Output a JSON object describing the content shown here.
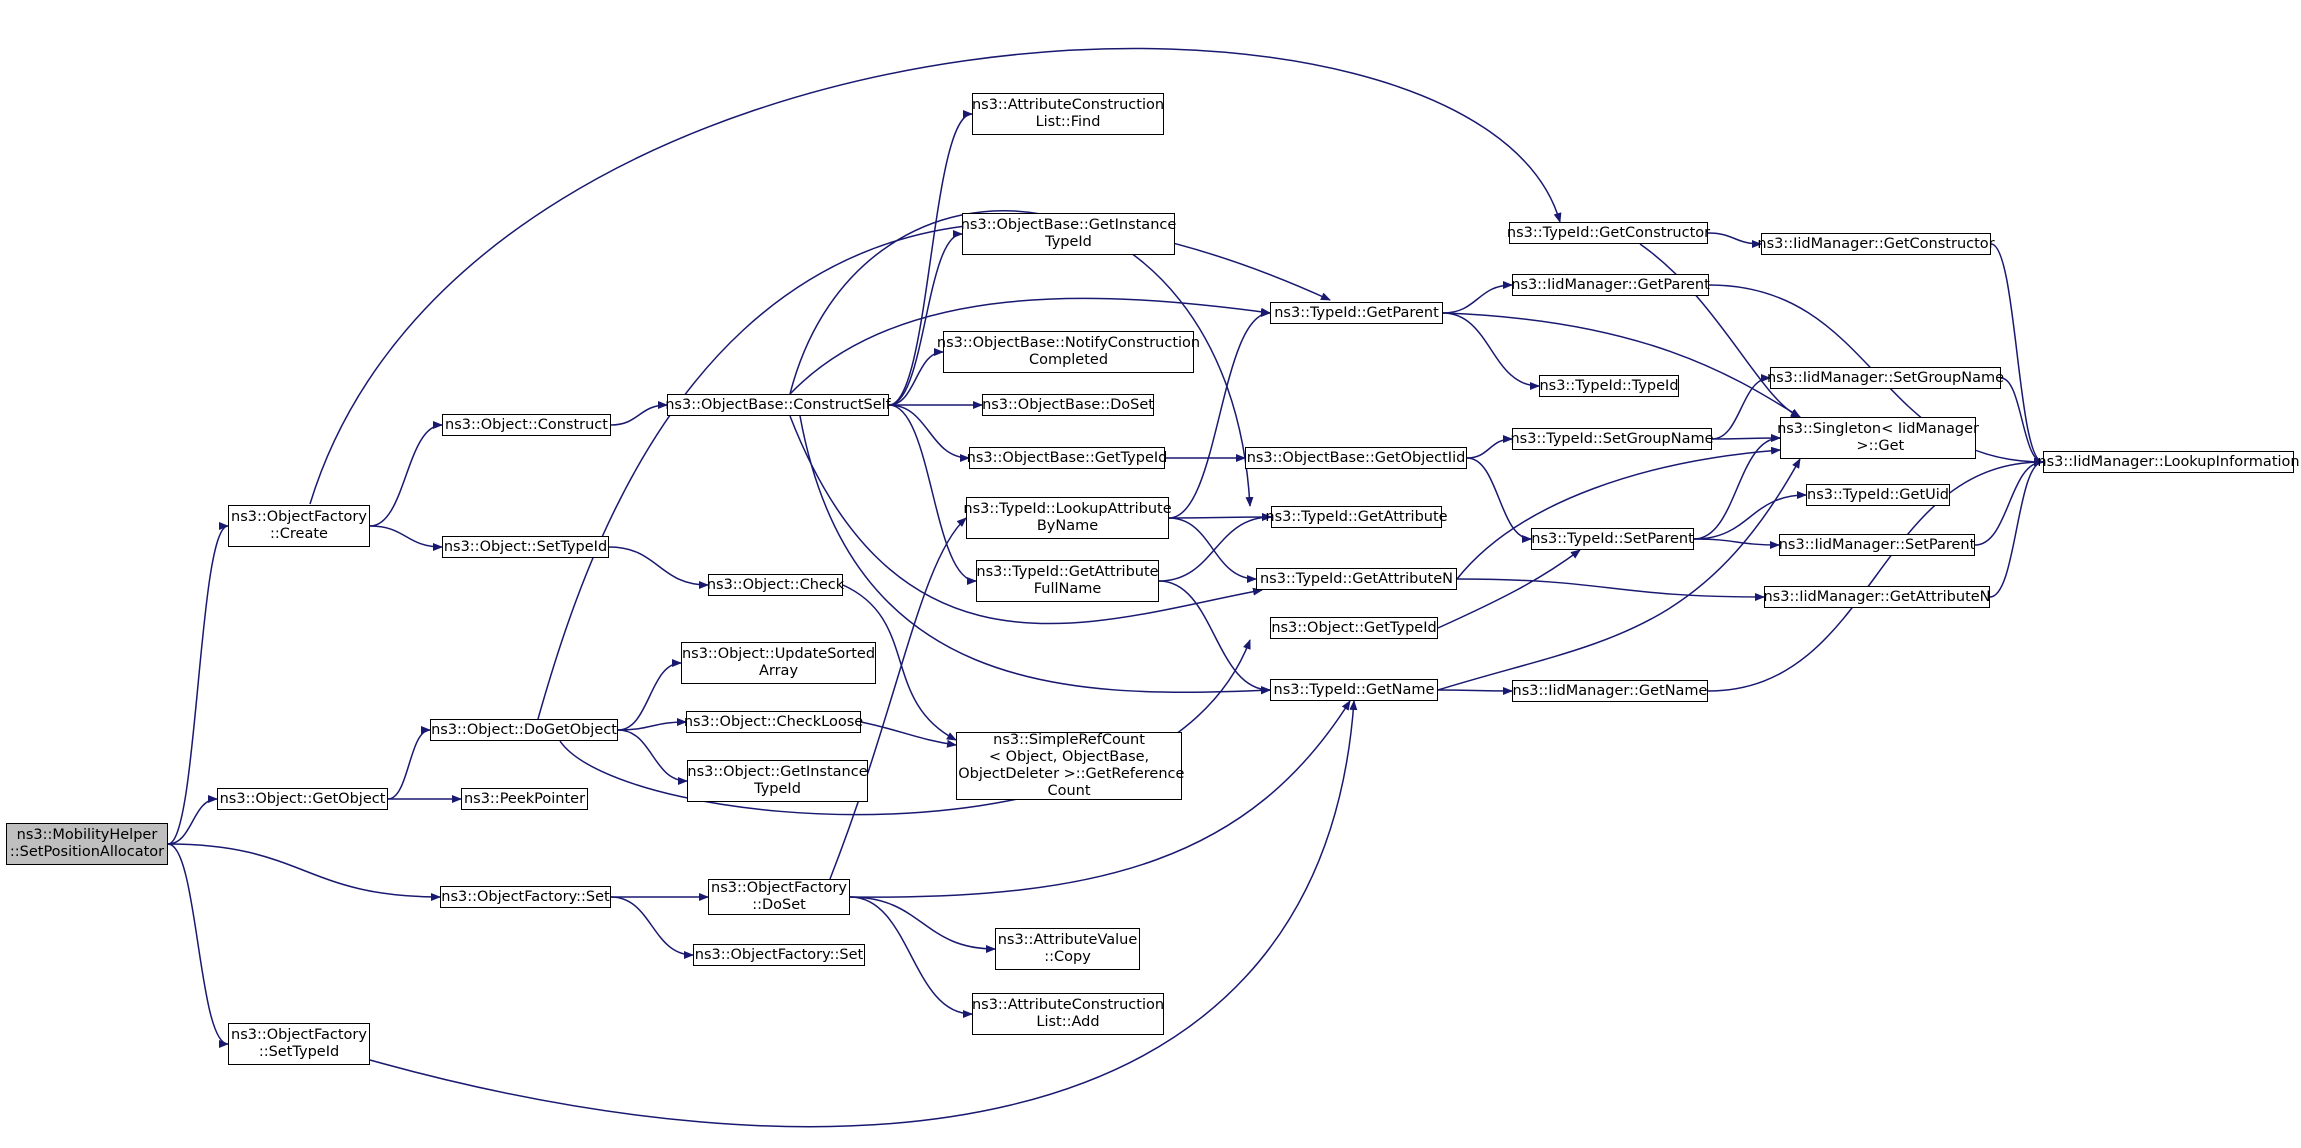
{
  "graph": {
    "title": "",
    "colors": {
      "edge": "#191970",
      "node_border": "#000000",
      "node_fill": "#ffffff",
      "root_fill": "#bfbfbf"
    },
    "nodes": [
      {
        "id": "n_root",
        "label": "ns3::MobilityHelper\n::SetPositionAllocator",
        "root": true
      },
      {
        "id": "n_of_create",
        "label": "ns3::ObjectFactory\n::Create"
      },
      {
        "id": "n_o_getobject",
        "label": "ns3::Object::GetObject"
      },
      {
        "id": "n_of_set",
        "label": "ns3::ObjectFactory::Set"
      },
      {
        "id": "n_of_settypeid",
        "label": "ns3::ObjectFactory\n::SetTypeId"
      },
      {
        "id": "n_o_construct",
        "label": "ns3::Object::Construct"
      },
      {
        "id": "n_o_settypeid",
        "label": "ns3::Object::SetTypeId"
      },
      {
        "id": "n_o_dogetobject",
        "label": "ns3::Object::DoGetObject"
      },
      {
        "id": "n_peekpointer",
        "label": "ns3::PeekPointer"
      },
      {
        "id": "n_of_doset",
        "label": "ns3::ObjectFactory\n::DoSet"
      },
      {
        "id": "n_of_set2",
        "label": "ns3::ObjectFactory::Set"
      },
      {
        "id": "n_ob_constructself",
        "label": "ns3::ObjectBase::ConstructSelf"
      },
      {
        "id": "n_o_check",
        "label": "ns3::Object::Check"
      },
      {
        "id": "n_o_updatesorted",
        "label": "ns3::Object::UpdateSorted\nArray"
      },
      {
        "id": "n_o_checkloose",
        "label": "ns3::Object::CheckLoose"
      },
      {
        "id": "n_o_getinstancetypeid",
        "label": "ns3::Object::GetInstance\nTypeId"
      },
      {
        "id": "n_acl_find",
        "label": "ns3::AttributeConstruction\nList::Find"
      },
      {
        "id": "n_ob_getinstancetypeid",
        "label": "ns3::ObjectBase::GetInstance\nTypeId"
      },
      {
        "id": "n_ob_notify",
        "label": "ns3::ObjectBase::NotifyConstruction\nCompleted"
      },
      {
        "id": "n_ob_doset",
        "label": "ns3::ObjectBase::DoSet"
      },
      {
        "id": "n_ob_gettypeid",
        "label": "ns3::ObjectBase::GetTypeId"
      },
      {
        "id": "n_tid_lookupattr",
        "label": "ns3::TypeId::LookupAttribute\nByName"
      },
      {
        "id": "n_tid_getattrfullname",
        "label": "ns3::TypeId::GetAttribute\nFullName"
      },
      {
        "id": "n_srcount",
        "label": "ns3::SimpleRefCount\n< Object, ObjectBase,\n ObjectDeleter >::GetReference\nCount"
      },
      {
        "id": "n_av_copy",
        "label": "ns3::AttributeValue\n::Copy"
      },
      {
        "id": "n_acl_add",
        "label": "ns3::AttributeConstruction\nList::Add"
      },
      {
        "id": "n_tid_getparent",
        "label": "ns3::TypeId::GetParent"
      },
      {
        "id": "n_ob_getobjectiid",
        "label": "ns3::ObjectBase::GetObjectIid"
      },
      {
        "id": "n_tid_getattribute",
        "label": "ns3::TypeId::GetAttribute"
      },
      {
        "id": "n_tid_getattributen",
        "label": "ns3::TypeId::GetAttributeN"
      },
      {
        "id": "n_o_gettypeid",
        "label": "ns3::Object::GetTypeId"
      },
      {
        "id": "n_tid_getname",
        "label": "ns3::TypeId::GetName"
      },
      {
        "id": "n_tid_getconstructor",
        "label": "ns3::TypeId::GetConstructor"
      },
      {
        "id": "n_iid_getparent",
        "label": "ns3::IidManager::GetParent"
      },
      {
        "id": "n_tid_typeid",
        "label": "ns3::TypeId::TypeId"
      },
      {
        "id": "n_tid_setgroupname",
        "label": "ns3::TypeId::SetGroupName"
      },
      {
        "id": "n_tid_setparent",
        "label": "ns3::TypeId::SetParent"
      },
      {
        "id": "n_iid_getname",
        "label": "ns3::IidManager::GetName"
      },
      {
        "id": "n_iid_getconstructor",
        "label": "ns3::IidManager::GetConstructor"
      },
      {
        "id": "n_iid_setgroupname",
        "label": "ns3::IidManager::SetGroupName"
      },
      {
        "id": "n_singleton_get",
        "label": "ns3::Singleton< IidManager\n >::Get"
      },
      {
        "id": "n_tid_getuid",
        "label": "ns3::TypeId::GetUid"
      },
      {
        "id": "n_iid_setparent",
        "label": "ns3::IidManager::SetParent"
      },
      {
        "id": "n_iid_getattributen",
        "label": "ns3::IidManager::GetAttributeN"
      },
      {
        "id": "n_iid_lookupinfo",
        "label": "ns3::IidManager::LookupInformation"
      }
    ],
    "edges": [
      [
        "n_root",
        "n_of_create"
      ],
      [
        "n_root",
        "n_o_getobject"
      ],
      [
        "n_root",
        "n_of_set"
      ],
      [
        "n_root",
        "n_of_settypeid"
      ],
      [
        "n_of_create",
        "n_o_construct"
      ],
      [
        "n_of_create",
        "n_o_settypeid"
      ],
      [
        "n_of_create",
        "n_tid_getconstructor"
      ],
      [
        "n_o_getobject",
        "n_o_dogetobject"
      ],
      [
        "n_o_getobject",
        "n_peekpointer"
      ],
      [
        "n_of_set",
        "n_of_doset"
      ],
      [
        "n_of_set",
        "n_of_set2"
      ],
      [
        "n_of_settypeid",
        "n_tid_getname"
      ],
      [
        "n_o_construct",
        "n_ob_constructself"
      ],
      [
        "n_o_settypeid",
        "n_o_check"
      ],
      [
        "n_o_dogetobject",
        "n_o_updatesorted"
      ],
      [
        "n_o_dogetobject",
        "n_o_checkloose"
      ],
      [
        "n_o_dogetobject",
        "n_o_getinstancetypeid"
      ],
      [
        "n_o_dogetobject",
        "n_tid_getparent"
      ],
      [
        "n_o_dogetobject",
        "n_o_gettypeid"
      ],
      [
        "n_of_doset",
        "n_tid_lookupattr"
      ],
      [
        "n_of_doset",
        "n_av_copy"
      ],
      [
        "n_of_doset",
        "n_acl_add"
      ],
      [
        "n_of_doset",
        "n_tid_getname"
      ],
      [
        "n_ob_constructself",
        "n_acl_find"
      ],
      [
        "n_ob_constructself",
        "n_ob_getinstancetypeid"
      ],
      [
        "n_ob_constructself",
        "n_ob_notify"
      ],
      [
        "n_ob_constructself",
        "n_ob_doset"
      ],
      [
        "n_ob_constructself",
        "n_ob_gettypeid"
      ],
      [
        "n_ob_constructself",
        "n_tid_getattrfullname"
      ],
      [
        "n_ob_constructself",
        "n_tid_getparent"
      ],
      [
        "n_ob_constructself",
        "n_tid_getattribute"
      ],
      [
        "n_ob_constructself",
        "n_tid_getattributen"
      ],
      [
        "n_ob_constructself",
        "n_tid_getname"
      ],
      [
        "n_o_check",
        "n_srcount"
      ],
      [
        "n_o_checkloose",
        "n_srcount"
      ],
      [
        "n_ob_gettypeid",
        "n_ob_getobjectiid"
      ],
      [
        "n_tid_lookupattr",
        "n_tid_getattribute"
      ],
      [
        "n_tid_lookupattr",
        "n_tid_getattributen"
      ],
      [
        "n_tid_lookupattr",
        "n_tid_getparent"
      ],
      [
        "n_tid_getattrfullname",
        "n_tid_getattribute"
      ],
      [
        "n_tid_getattrfullname",
        "n_tid_getname"
      ],
      [
        "n_ob_getobjectiid",
        "n_tid_setgroupname"
      ],
      [
        "n_ob_getobjectiid",
        "n_tid_setparent"
      ],
      [
        "n_o_gettypeid",
        "n_tid_setparent"
      ],
      [
        "n_tid_getparent",
        "n_iid_getparent"
      ],
      [
        "n_tid_getparent",
        "n_tid_typeid"
      ],
      [
        "n_tid_getparent",
        "n_singleton_get"
      ],
      [
        "n_tid_getattributen",
        "n_iid_getattributen"
      ],
      [
        "n_tid_getattributen",
        "n_singleton_get"
      ],
      [
        "n_tid_getname",
        "n_iid_getname"
      ],
      [
        "n_tid_getname",
        "n_singleton_get"
      ],
      [
        "n_tid_getconstructor",
        "n_iid_getconstructor"
      ],
      [
        "n_tid_getconstructor",
        "n_singleton_get"
      ],
      [
        "n_iid_getparent",
        "n_iid_lookupinfo"
      ],
      [
        "n_tid_setgroupname",
        "n_iid_setgroupname"
      ],
      [
        "n_tid_setgroupname",
        "n_singleton_get"
      ],
      [
        "n_tid_setparent",
        "n_tid_getuid"
      ],
      [
        "n_tid_setparent",
        "n_iid_setparent"
      ],
      [
        "n_tid_setparent",
        "n_singleton_get"
      ],
      [
        "n_iid_getname",
        "n_iid_lookupinfo"
      ],
      [
        "n_iid_getconstructor",
        "n_iid_lookupinfo"
      ],
      [
        "n_iid_setgroupname",
        "n_iid_lookupinfo"
      ],
      [
        "n_iid_setparent",
        "n_iid_lookupinfo"
      ],
      [
        "n_iid_getattributen",
        "n_iid_lookupinfo"
      ]
    ]
  }
}
